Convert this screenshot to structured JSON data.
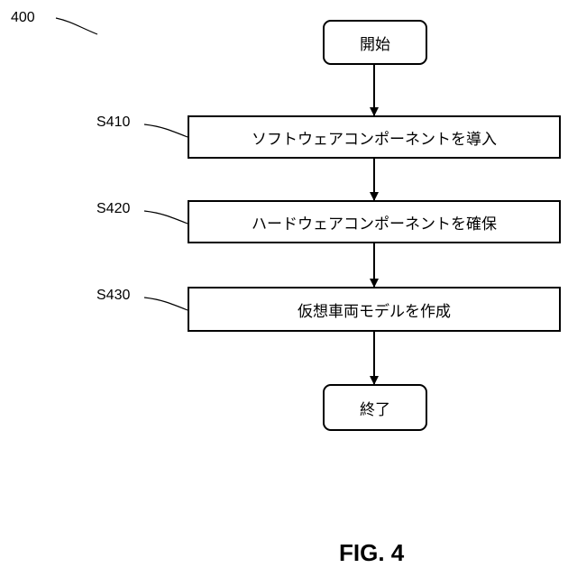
{
  "diagram": {
    "ref": "400",
    "start": "開始",
    "end": "終了",
    "steps": [
      {
        "id": "S410",
        "text": "ソフトウェアコンポーネントを導入"
      },
      {
        "id": "S420",
        "text": "ハードウェアコンポーネントを確保"
      },
      {
        "id": "S430",
        "text": "仮想車両モデルを作成"
      }
    ],
    "figure": "FIG. 4"
  }
}
